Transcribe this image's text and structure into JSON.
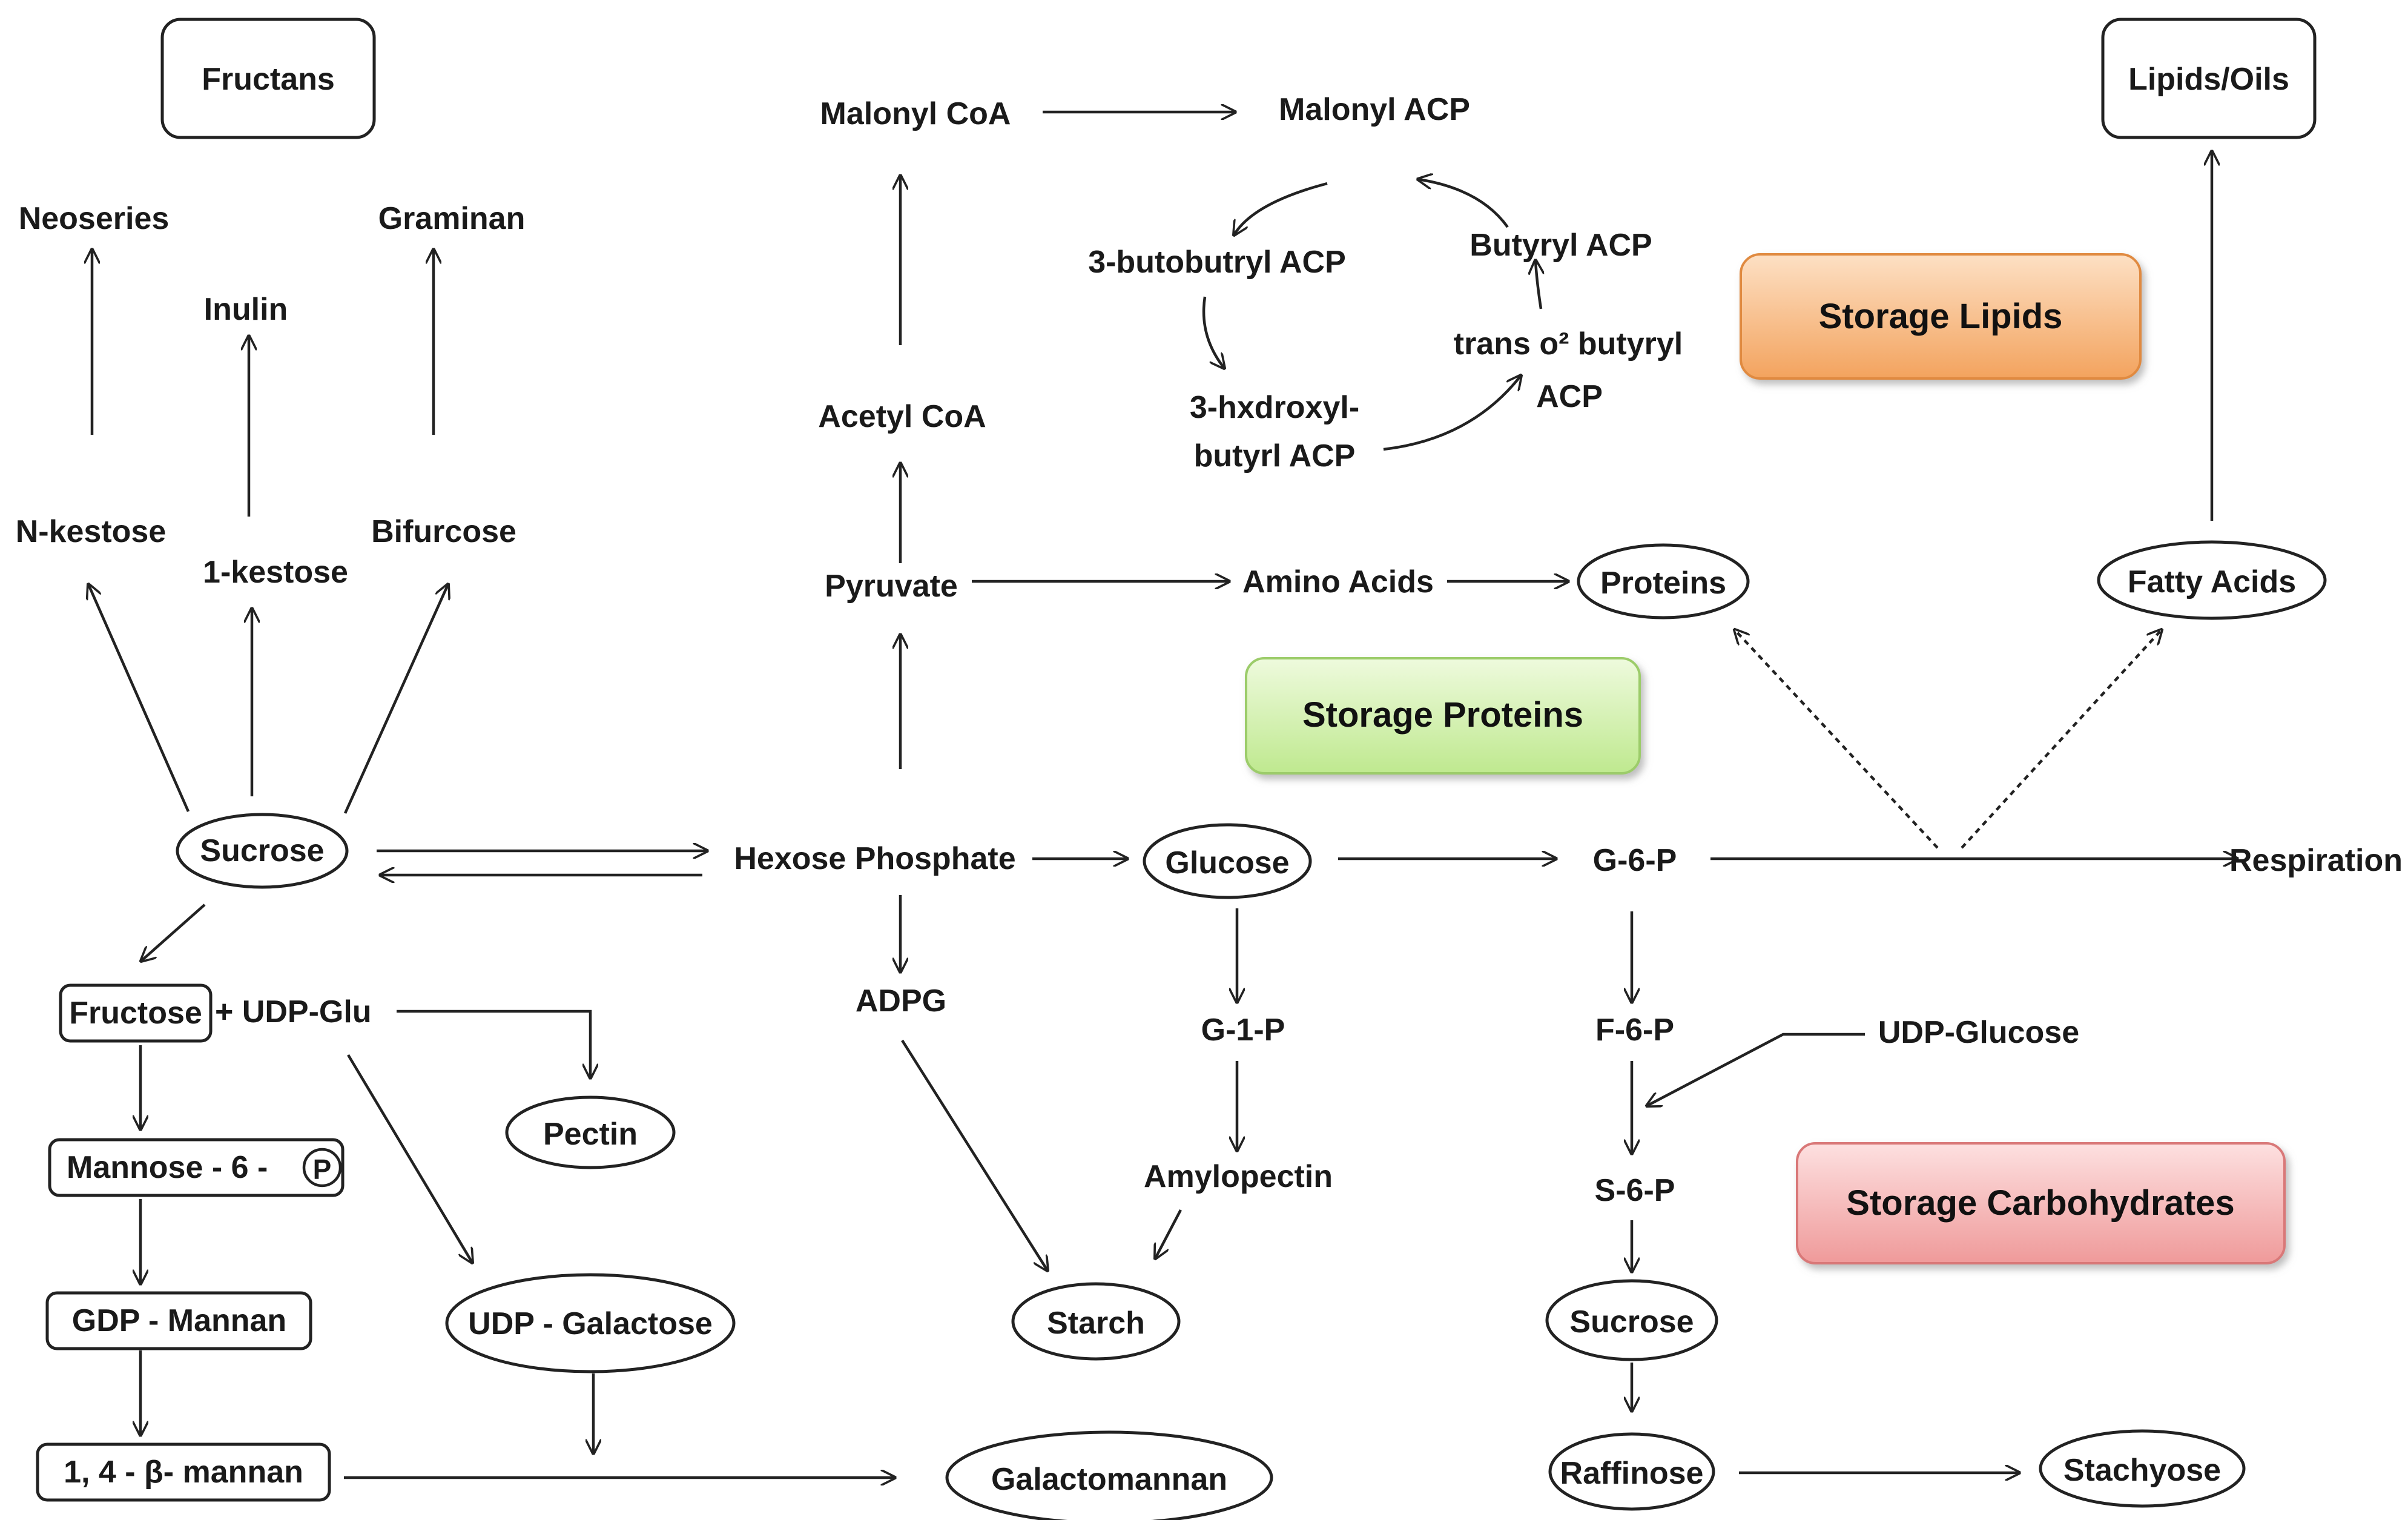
{
  "nodes": {
    "fructans": "Fructans",
    "neoseries": "Neoseries",
    "inulin": "Inulin",
    "graminan": "Graminan",
    "n_kestose": "N-kestose",
    "one_kestose": "1-kestose",
    "bifurcose": "Bifurcose",
    "sucrose_left": "Sucrose",
    "fructose": "Fructose",
    "udp_glu": "+ UDP-Glu",
    "pectin": "Pectin",
    "mannose_6": "Mannose - 6 -",
    "p_symbol": "P",
    "gdp_mannan": "GDP - Mannan",
    "udp_galactose": "UDP - Galactose",
    "beta_mannan": "1, 4 - β- mannan",
    "galactomannan": "Galactomannan",
    "malonyl_coa": "Malonyl CoA",
    "malonyl_acp": "Malonyl ACP",
    "butobutryl_acp": "3-butobutryl ACP",
    "butyryl_acp": "Butyryl ACP",
    "trans_butyryl_1": "trans o² butyryl",
    "trans_butyryl_2": "ACP",
    "hxdroxyl_1": "3-hxdroxyl-",
    "hxdroxyl_2": "butyrl ACP",
    "acetyl_coa": "Acetyl CoA",
    "pyruvate": "Pyruvate",
    "amino_acids": "Amino Acids",
    "proteins": "Proteins",
    "hexose_phosphate": "Hexose Phosphate",
    "glucose": "Glucose",
    "adpg": "ADPG",
    "g1p": "G-1-P",
    "amylopectin": "Amylopectin",
    "starch": "Starch",
    "g6p": "G-6-P",
    "respiration": "Respiration",
    "f6p": "F-6-P",
    "udp_glucose": "UDP-Glucose",
    "s6p": "S-6-P",
    "sucrose_right": "Sucrose",
    "raffinose": "Raffinose",
    "stachyose": "Stachyose",
    "lipids_oils": "Lipids/Oils",
    "fatty_acids": "Fatty Acids"
  },
  "storage_boxes": {
    "lipids": {
      "label": "Storage Lipids",
      "color": "#f4a868"
    },
    "proteins": {
      "label": "Storage Proteins",
      "color": "#c6ec9a"
    },
    "carbohydrates": {
      "label": "Storage Carbohydrates",
      "color": "#f1a1a1"
    }
  }
}
